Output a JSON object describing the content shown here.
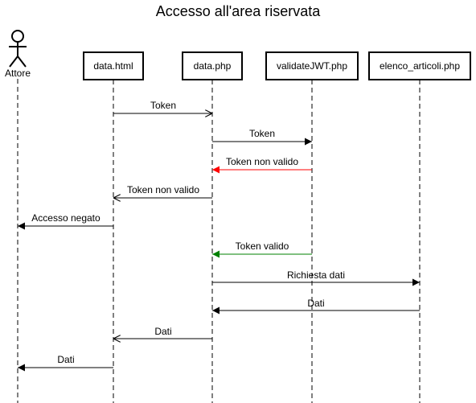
{
  "title": "Accesso all'area riservata",
  "actor": {
    "label": "Attore"
  },
  "participants": [
    {
      "id": "data-html",
      "label": "data.html"
    },
    {
      "id": "data-php",
      "label": "data.php"
    },
    {
      "id": "validatejwt-php",
      "label": "validateJWT.php"
    },
    {
      "id": "elenco-articoli-php",
      "label": "elenco_articoli.php"
    }
  ],
  "messages": [
    {
      "from": "data.html",
      "to": "data.php",
      "label": "Token",
      "type": "async",
      "color": "#000000"
    },
    {
      "from": "data.php",
      "to": "validateJWT.php",
      "label": "Token",
      "type": "sync",
      "color": "#000000"
    },
    {
      "from": "validateJWT.php",
      "to": "data.php",
      "label": "Token non valido",
      "type": "sync",
      "color": "#ff0000"
    },
    {
      "from": "data.php",
      "to": "data.html",
      "label": "Token non valido",
      "type": "async",
      "color": "#000000"
    },
    {
      "from": "data.html",
      "to": "Attore",
      "label": "Accesso negato",
      "type": "sync",
      "color": "#000000"
    },
    {
      "from": "validateJWT.php",
      "to": "data.php",
      "label": "Token valido",
      "type": "sync",
      "color": "#008000"
    },
    {
      "from": "data.php",
      "to": "elenco_articoli.php",
      "label": "Richiesta dati",
      "type": "sync",
      "color": "#000000"
    },
    {
      "from": "elenco_articoli.php",
      "to": "data.php",
      "label": "Dati",
      "type": "sync",
      "color": "#000000"
    },
    {
      "from": "data.php",
      "to": "data.html",
      "label": "Dati",
      "type": "async",
      "color": "#000000"
    },
    {
      "from": "data.html",
      "to": "Attore",
      "label": "Dati",
      "type": "sync",
      "color": "#000000"
    }
  ]
}
